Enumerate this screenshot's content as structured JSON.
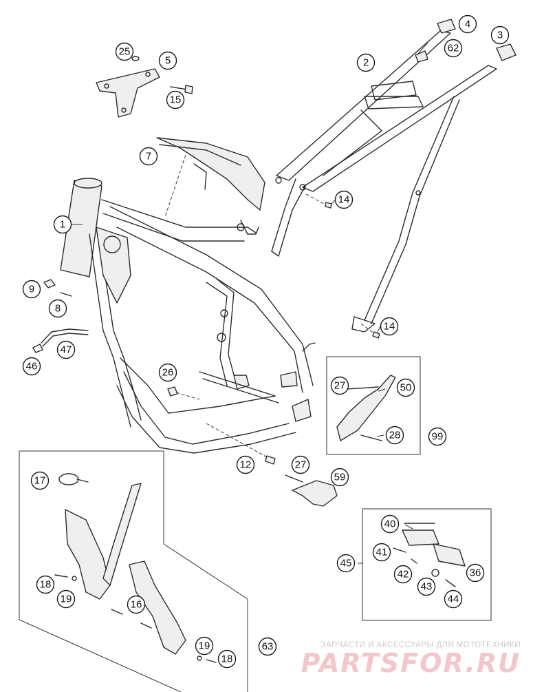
{
  "diagram": {
    "type": "exploded-parts-diagram",
    "callouts": [
      {
        "id": "c1",
        "label": "1"
      },
      {
        "id": "c2",
        "label": "2"
      },
      {
        "id": "c3",
        "label": "3"
      },
      {
        "id": "c4",
        "label": "4"
      },
      {
        "id": "c5",
        "label": "5"
      },
      {
        "id": "c7",
        "label": "7"
      },
      {
        "id": "c8",
        "label": "8"
      },
      {
        "id": "c9",
        "label": "9"
      },
      {
        "id": "c12",
        "label": "12"
      },
      {
        "id": "c14a",
        "label": "14"
      },
      {
        "id": "c14b",
        "label": "14"
      },
      {
        "id": "c15",
        "label": "15"
      },
      {
        "id": "c16",
        "label": "16"
      },
      {
        "id": "c17",
        "label": "17"
      },
      {
        "id": "c18a",
        "label": "18"
      },
      {
        "id": "c18b",
        "label": "18"
      },
      {
        "id": "c19a",
        "label": "19"
      },
      {
        "id": "c19b",
        "label": "19"
      },
      {
        "id": "c25",
        "label": "25"
      },
      {
        "id": "c26",
        "label": "26"
      },
      {
        "id": "c27a",
        "label": "27"
      },
      {
        "id": "c27b",
        "label": "27"
      },
      {
        "id": "c28",
        "label": "28"
      },
      {
        "id": "c36",
        "label": "36"
      },
      {
        "id": "c40",
        "label": "40"
      },
      {
        "id": "c41",
        "label": "41"
      },
      {
        "id": "c42",
        "label": "42"
      },
      {
        "id": "c43",
        "label": "43"
      },
      {
        "id": "c44",
        "label": "44"
      },
      {
        "id": "c45",
        "label": "45"
      },
      {
        "id": "c46",
        "label": "46"
      },
      {
        "id": "c47",
        "label": "47"
      },
      {
        "id": "c50",
        "label": "50"
      },
      {
        "id": "c59",
        "label": "59"
      },
      {
        "id": "c62",
        "label": "62"
      },
      {
        "id": "c63",
        "label": "63"
      },
      {
        "id": "c99",
        "label": "99"
      }
    ]
  },
  "watermark": {
    "tagline": "ЗАПЧАСТИ И АКСЕССУАРЫ ДЛЯ МОТОТЕХНИКИ",
    "brand": "PARTSFOR.RU"
  }
}
